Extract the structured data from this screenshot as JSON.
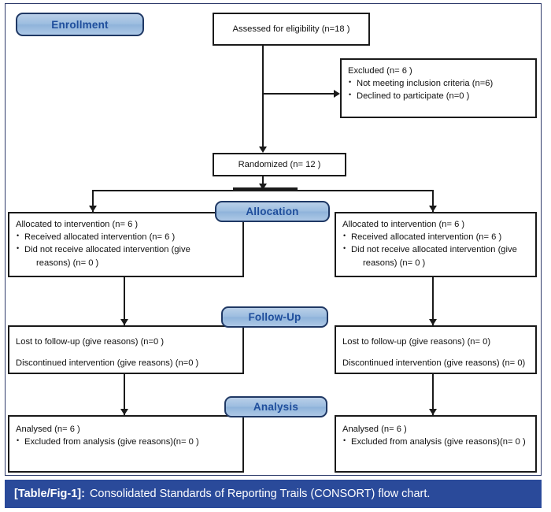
{
  "figure": {
    "caption_label": "[Table/Fig-1]:",
    "caption_text": "Consolidated Standards of Reporting Trails (CONSORT) flow chart.",
    "caption_bar_color": "#2a4a9a",
    "badge_fill_color": "#9cbde0",
    "badge_border_color": "#1f3864",
    "badge_text_color": "#1f4e9c",
    "box_border_color": "#1a1a1a",
    "connector_color": "#1a1a1a"
  },
  "phases": {
    "enrollment": "Enrollment",
    "allocation": "Allocation",
    "followup": "Follow-Up",
    "analysis": "Analysis"
  },
  "nodes": {
    "assessed": {
      "text": "Assessed for eligibility (n=18 )"
    },
    "excluded": {
      "title": "Excluded  (n= 6 )",
      "items": [
        "Not meeting inclusion criteria (n=6)",
        "Declined to participate (n=0  )"
      ]
    },
    "randomized": {
      "text": "Randomized (n= 12  )"
    },
    "allocation_left": {
      "title": "Allocated to intervention (n= 6 )",
      "items": [
        "Received allocated intervention (n= 6   )",
        "Did not receive allocated intervention (give"
      ],
      "item2_cont": "reasons) (n= 0 )"
    },
    "allocation_right": {
      "title": "Allocated to intervention (n= 6  )",
      "items": [
        "Received allocated intervention (n= 6 )",
        "Did not receive allocated intervention (give"
      ],
      "item2_cont": "reasons) (n= 0  )"
    },
    "followup_left": {
      "line1": "Lost to follow-up (give reasons) (n=0  )",
      "line2": "Discontinued intervention (give reasons) (n=0 )"
    },
    "followup_right": {
      "line1": "Lost to follow-up (give reasons) (n=  0)",
      "line2": "Discontinued intervention (give reasons) (n= 0)"
    },
    "analysis_left": {
      "title": "Analysed  (n= 6 )",
      "item": "Excluded from analysis (give reasons)(n= 0 )"
    },
    "analysis_right": {
      "title": "Analysed  (n= 6 )",
      "item": "Excluded from analysis (give reasons)(n= 0 )"
    }
  }
}
